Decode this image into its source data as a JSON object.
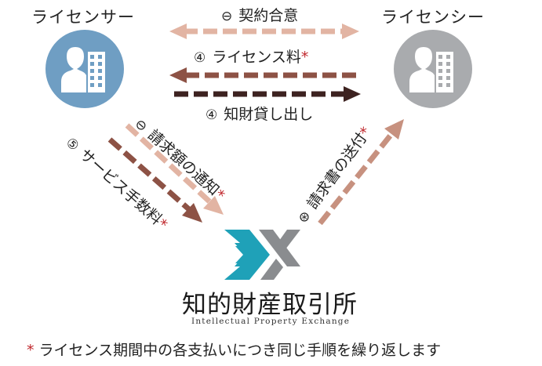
{
  "licensor": {
    "label": "ライセンサー"
  },
  "licensee": {
    "label": "ライセンシー"
  },
  "arrows": {
    "agreement": {
      "marker": "⊖",
      "label": "契約合意"
    },
    "license_fee": {
      "marker": "④",
      "label": "ライセンス料",
      "asterisk": "*"
    },
    "lending": {
      "marker": "④",
      "label": "知財貸し出し"
    },
    "invoice_notice": {
      "marker": "⊖",
      "label": "請求額の通知",
      "asterisk": "*"
    },
    "service_fee": {
      "marker": "⑤",
      "label": "サービス手数料",
      "asterisk": "*"
    },
    "invoice_send": {
      "marker": "⊛",
      "label": "請求書の送付",
      "asterisk": "*"
    }
  },
  "brand": {
    "name_jp": "知的財産取引所",
    "name_en": "Intellectual Property Exchange"
  },
  "footer": {
    "asterisk": "*",
    "text": "ライセンス期間中の各支払いにつき同じ手順を繰り返します"
  },
  "colors": {
    "licensor_circle": "#6f9ec3",
    "licensee_circle": "#a9abae",
    "arrow_light": "#e2b4a3",
    "arrow_mid": "#8d5245",
    "arrow_dark": "#3d2220",
    "arrow_rose": "#c7917f",
    "logo_teal": "#1fa1b8",
    "logo_gray": "#8a8c8f",
    "asterisk": "#c0282d"
  }
}
